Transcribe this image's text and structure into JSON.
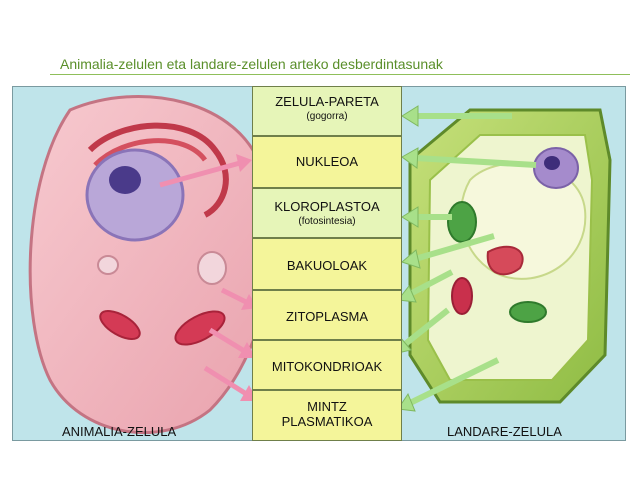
{
  "title": "Animalia-zelulen eta landare-zelulen arteko desberdintasunak",
  "labels": [
    {
      "main": "ZELULA-PARETA",
      "sub": "(gogorra)"
    },
    {
      "main": "NUKLEOA",
      "sub": ""
    },
    {
      "main": "KLOROPLASTOA",
      "sub": "(fotosintesia)"
    },
    {
      "main": "BAKUOLOAK",
      "sub": ""
    },
    {
      "main": "ZITOPLASMA",
      "sub": ""
    },
    {
      "main": "MITOKONDRIOAK",
      "sub": ""
    },
    {
      "main": "MINTZ PLASMATIKOA",
      "sub": ""
    }
  ],
  "captions": {
    "animal": "ANIMALIA-ZELULA",
    "plant": "LANDARE-ZELULA"
  },
  "colors": {
    "title_green": "#5a8f2a",
    "panel_bg": "#bfe4ea",
    "label_fill_light": "#e6f5b8",
    "label_fill_dark": "#f4f59a",
    "animal_arrow": "#f08fb0",
    "plant_arrow": "#a8e08a"
  }
}
